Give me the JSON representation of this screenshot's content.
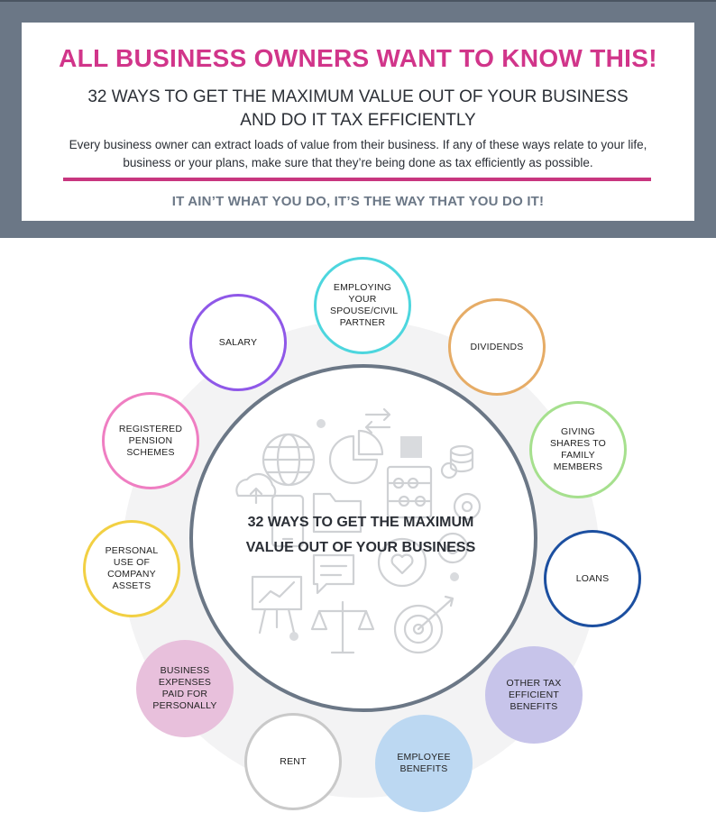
{
  "header": {
    "title": "ALL BUSINESS OWNERS WANT TO KNOW THIS!",
    "subtitle_line1": "32 WAYS TO GET THE MAXIMUM VALUE OUT OF YOUR BUSINESS",
    "subtitle_line2": "AND DO IT TAX EFFICIENTLY",
    "intro": "Every business owner can extract loads of value from their business. If any of these ways relate to your life, business or your plans, make sure that they’re being done as tax efficiently as possible.",
    "tagline": "IT AIN’T WHAT YOU DO, IT’S THE WAY THAT YOU DO IT!"
  },
  "center": {
    "title_line1": "32 WAYS TO GET THE MAXIMUM",
    "title_line2": "VALUE OUT OF YOUR BUSINESS"
  },
  "ways": [
    {
      "label": "EMPLOYING YOUR SPOUSE/CIVIL PARTNER",
      "border": "#4dd6de",
      "fill": "#ffffff"
    },
    {
      "label": "DIVIDENDS",
      "border": "#e6ac66",
      "fill": "#ffffff"
    },
    {
      "label": "GIVING SHARES TO FAMILY MEMBERS",
      "border": "#a6e08e",
      "fill": "#ffffff"
    },
    {
      "label": "LOANS",
      "border": "#1c4fa0",
      "fill": "#ffffff"
    },
    {
      "label": "OTHER TAX EFFICIENT BENEFITS",
      "border": "#c7c4ea",
      "fill": "#c7c4ea"
    },
    {
      "label": "EMPLOYEE BENEFITS",
      "border": "#bcd8f2",
      "fill": "#bcd8f2"
    },
    {
      "label": "RENT",
      "border": "#c9c9c9",
      "fill": "#ffffff"
    },
    {
      "label": "BUSINESS EXPENSES PAID FOR PERSONALLY",
      "border": "#e8c0dc",
      "fill": "#e8c0dc"
    },
    {
      "label": "PERSONAL USE OF COMPANY ASSETS",
      "border": "#f2d043",
      "fill": "#ffffff"
    },
    {
      "label": "REGISTERED PENSION SCHEMES",
      "border": "#ef7ec2",
      "fill": "#ffffff"
    },
    {
      "label": "SALARY",
      "border": "#8f58e8",
      "fill": "#ffffff"
    }
  ]
}
